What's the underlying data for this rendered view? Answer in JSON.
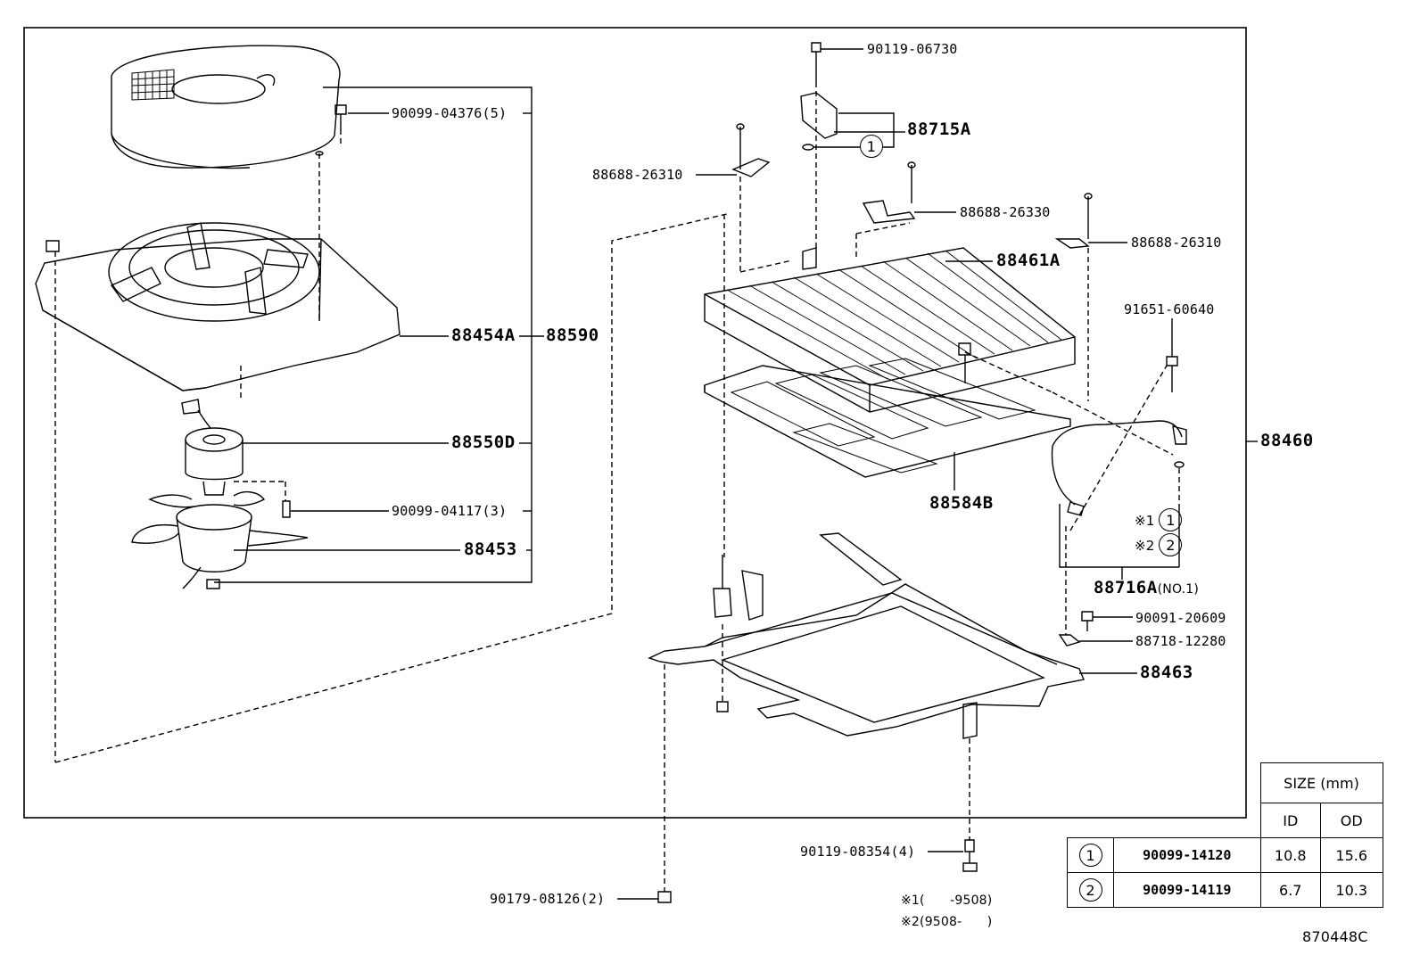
{
  "labels": {
    "p_90119_06730": "90119-06730",
    "p_90099_04376": "90099-04376(5)",
    "p_88715A": "88715A",
    "p_88688_26310_a": "88688-26310",
    "p_88688_26330": "88688-26330",
    "p_88688_26310_b": "88688-26310",
    "p_88461A": "88461A",
    "p_91651_60640": "91651-60640",
    "p_88454A": "88454A",
    "p_88590": "88590",
    "p_88550D": "88550D",
    "p_90099_04117": "90099-04117(3)",
    "p_88453": "88453",
    "p_88584B": "88584B",
    "p_88460": "88460",
    "p_88716A": "88716A",
    "p_88716A_sub": "(NO.1)",
    "p_90091_20609": "90091-20609",
    "p_88718_12280": "88718-12280",
    "p_88463": "88463",
    "p_90119_08354": "90119-08354(4)",
    "p_90179_08126": "90179-08126(2)",
    "circle_1": "1",
    "circle_2": "2",
    "note_mark_1": "※1",
    "note_mark_2": "※2"
  },
  "notes": {
    "note1": "※1(　　-9508)",
    "note2": "※2(9508-　　)"
  },
  "figure_code": "870448C",
  "size_table": {
    "title": "SIZE (mm)",
    "col_id": "ID",
    "col_od": "OD",
    "rows": [
      {
        "mark": "1",
        "part": "90099-14120",
        "id": "10.8",
        "od": "15.6"
      },
      {
        "mark": "2",
        "part": "90099-14119",
        "id": "6.7",
        "od": "10.3"
      }
    ]
  }
}
